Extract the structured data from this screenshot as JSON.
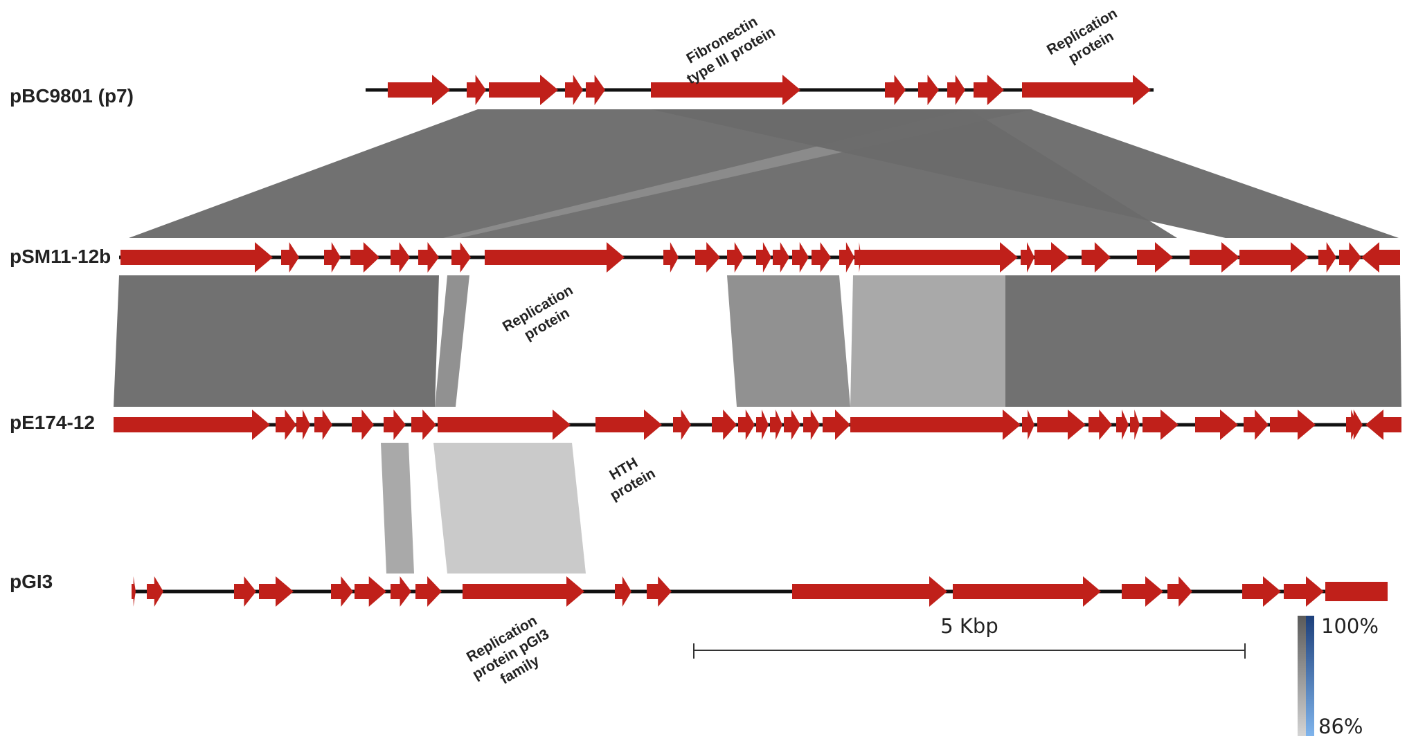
{
  "tracks": [
    {
      "id": "pBC9801",
      "label": "pBC9801 (p7)"
    },
    {
      "id": "pSM11",
      "label": "pSM11-12b"
    },
    {
      "id": "pE174",
      "label": "pE174-12"
    },
    {
      "id": "pGI3",
      "label": "pGI3"
    }
  ],
  "annotations": [
    {
      "lines": [
        "Fibronectin",
        "type III protein"
      ]
    },
    {
      "lines": [
        "Replication",
        "protein"
      ]
    },
    {
      "lines": [
        "Replication",
        "protein"
      ]
    },
    {
      "lines": [
        "HTH",
        "protein"
      ]
    },
    {
      "lines": [
        "Replication",
        "protein pGI3",
        "family"
      ]
    }
  ],
  "scale_bar": {
    "label": "5 Kbp"
  },
  "identity_legend": {
    "max_label": "100%",
    "min_label": "86%"
  },
  "colors": {
    "gene": "#c0201a",
    "backbone": "#111111",
    "homology_high": "#6b6b6b",
    "homology_mid": "#8c8c8c",
    "homology_low": "#a6a6a6",
    "homology_lowest": "#c8c8c8"
  }
}
